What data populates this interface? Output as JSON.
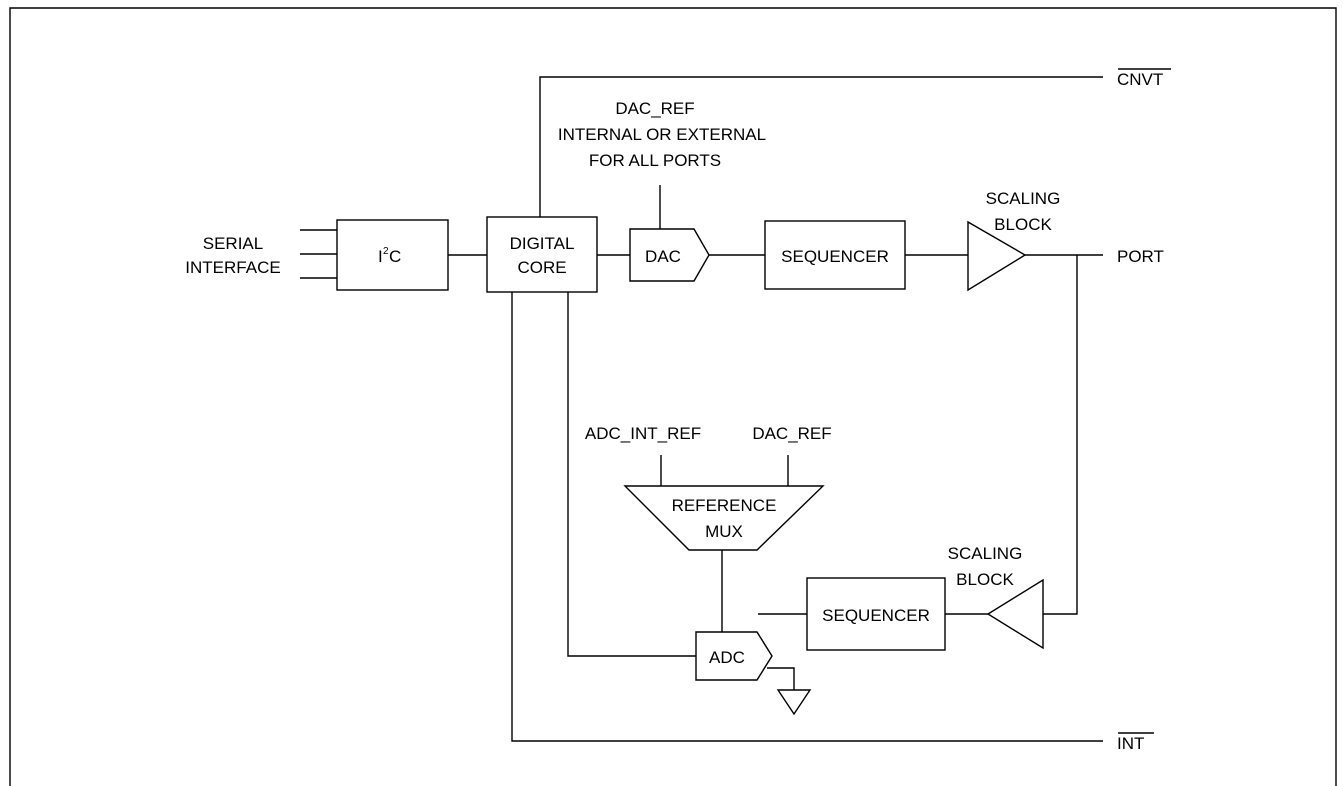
{
  "labels": {
    "serial_interface_line1": "SERIAL",
    "serial_interface_line2": "INTERFACE",
    "i2c_main": "I",
    "i2c_sup": "2",
    "i2c_tail": "C",
    "digital_core_line1": "DIGITAL",
    "digital_core_line2": "CORE",
    "dac_ref_note_line1": "DAC_REF",
    "dac_ref_note_line2": "INTERNAL OR EXTERNAL",
    "dac_ref_note_line3": "FOR ALL PORTS",
    "dac": "DAC",
    "sequencer_top": "SEQUENCER",
    "scaling_block_top_line1": "SCALING",
    "scaling_block_top_line2": "BLOCK",
    "port": "PORT",
    "cnvt": "CNVT",
    "adc_int_ref": "ADC_INT_REF",
    "dac_ref_mux_input": "DAC_REF",
    "reference_mux_line1": "REFERENCE",
    "reference_mux_line2": "MUX",
    "adc": "ADC",
    "sequencer_bottom": "SEQUENCER",
    "scaling_block_bottom_line1": "SCALING",
    "scaling_block_bottom_line2": "BLOCK",
    "int": "INT"
  }
}
